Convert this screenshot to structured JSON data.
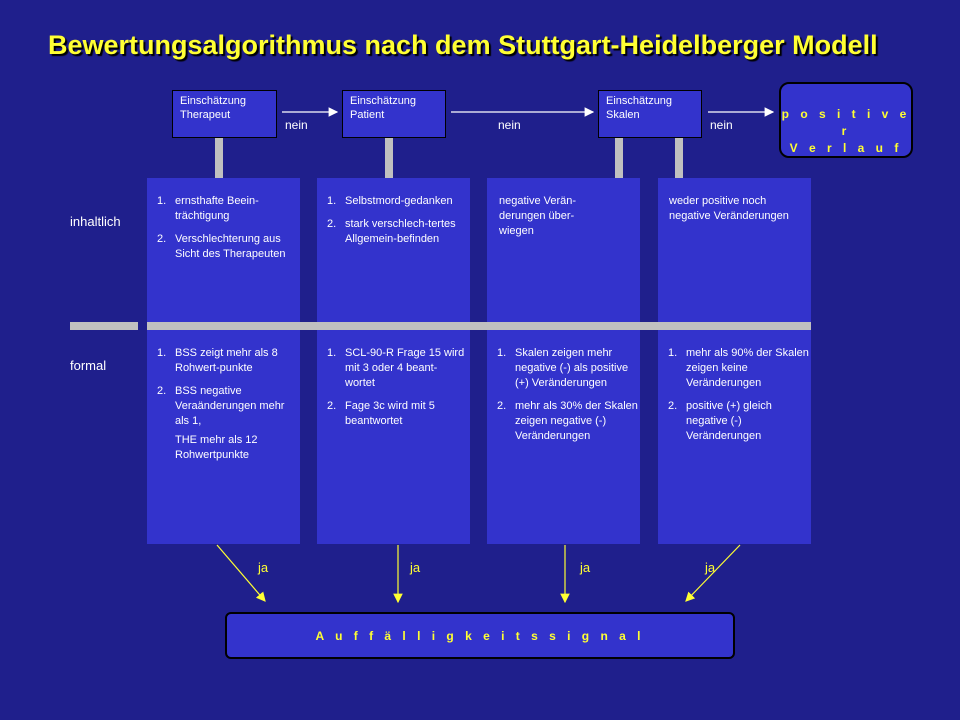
{
  "title": "Bewertungsalgorithmus nach dem Stuttgart-Heidelberger Modell",
  "steps": [
    {
      "line1": "Einschätzung",
      "line2": "Therapeut"
    },
    {
      "line1": "Einschätzung",
      "line2": "Patient"
    },
    {
      "line1": "Einschätzung",
      "line2": "Skalen"
    }
  ],
  "nein_label": "nein",
  "positive": {
    "line1": "p o s i t i v e r",
    "line2": "V e r l a u f"
  },
  "row_labels": {
    "content": "inhaltlich",
    "formal": "formal"
  },
  "columns": [
    {
      "content": [
        {
          "n": "1.",
          "t": "ernsthafte Beein-trächtigung"
        },
        {
          "n": "2.",
          "t": "Verschlechterung aus Sicht des Therapeuten"
        }
      ],
      "formal": [
        {
          "n": "1.",
          "t": "BSS zeigt mehr als 8 Rohwert-punkte"
        },
        {
          "n": "2.",
          "t": "BSS negative Veraänderungen mehr als 1,"
        }
      ],
      "formal_extra": "THE mehr als 12 Rohwertpunkte"
    },
    {
      "content": [
        {
          "n": "1.",
          "t": "Selbstmord-gedanken"
        },
        {
          "n": "2.",
          "t": "stark verschlech-tertes Allgemein-befinden"
        }
      ],
      "formal": [
        {
          "n": "1.",
          "t": "SCL-90-R Frage 15 wird mit 3 oder 4 beant-wortet"
        },
        {
          "n": "2.",
          "t": "Fage 3c wird mit 5 beantwortet"
        }
      ]
    },
    {
      "content_plain": "negative Verän-derungen über-wiegen",
      "formal": [
        {
          "n": "1.",
          "t": "Skalen zeigen mehr negative (-) als positive (+) Veränderungen"
        },
        {
          "n": "2.",
          "t": "mehr als 30% der Skalen zeigen negative (-) Veränderungen"
        }
      ]
    },
    {
      "content_plain": "weder positive noch negative Veränderungen",
      "formal": [
        {
          "n": "1.",
          "t": "mehr als 90% der Skalen zeigen keine Veränderungen"
        },
        {
          "n": "2.",
          "t": "positive (+) gleich negative (-) Veränderungen"
        }
      ]
    }
  ],
  "ja_label": "ja",
  "signal": "A u f f ä l l i g k e i t s s i g n a l"
}
